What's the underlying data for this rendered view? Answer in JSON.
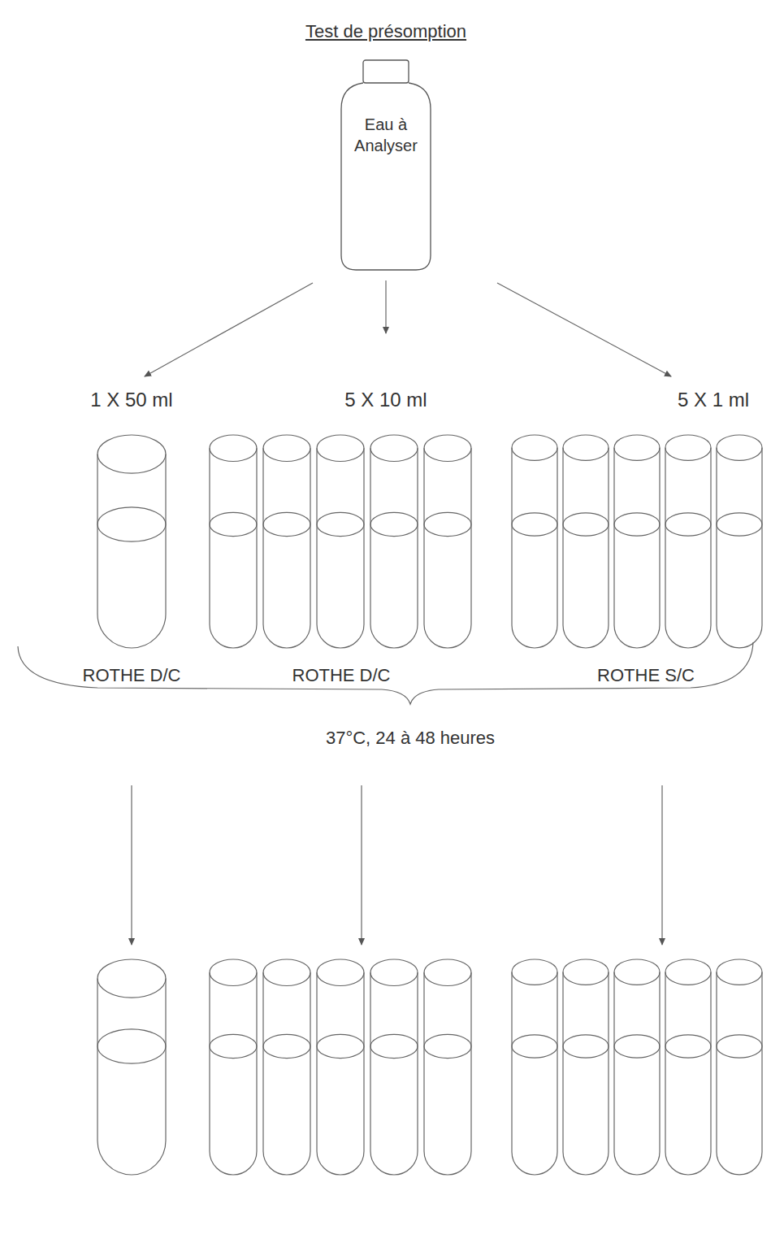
{
  "diagram": {
    "title": "Test de présomption",
    "nodes": [
      {
        "text": [
          "Eau à Analyser"
        ]
      }
    ],
    "labels": [
      "1 X 50 ml",
      "5 X 10 ml",
      "5 X 1 ml",
      "ROTHE D/C",
      "ROTHE D/C",
      "ROTHE S/C",
      "37°C, 24 à 48 heures"
    ]
  }
}
